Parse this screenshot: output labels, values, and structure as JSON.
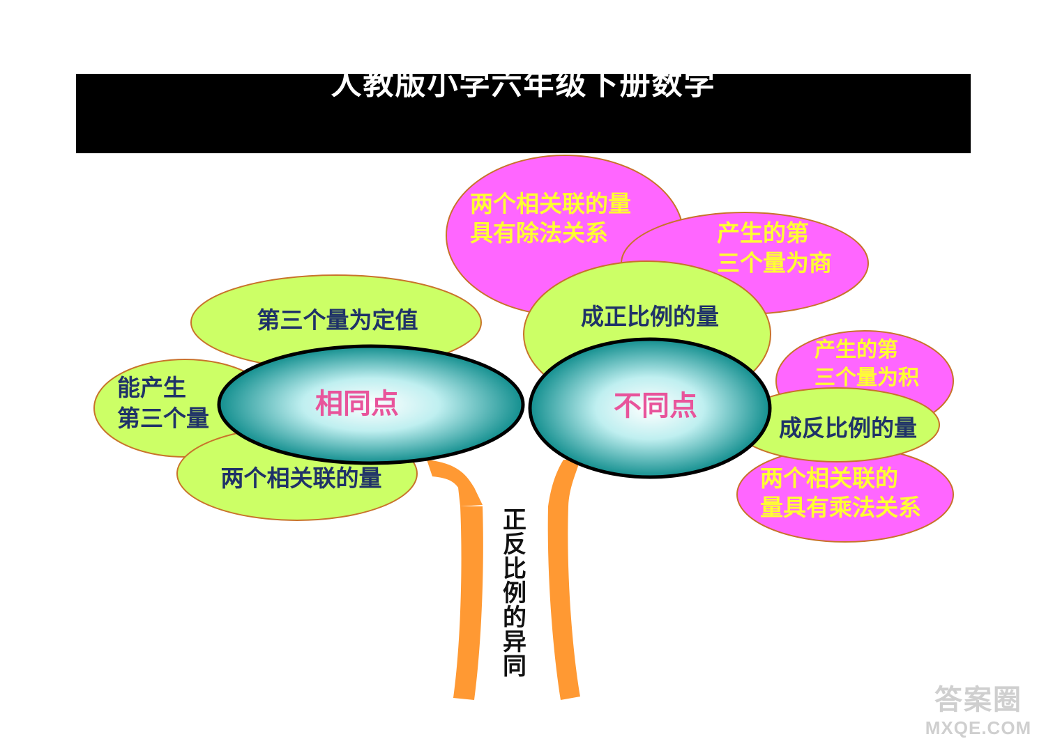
{
  "banner": {
    "title": "人教版小学六年级下册数学"
  },
  "diagram": {
    "trunk_label_chars": [
      "正",
      "反",
      "比",
      "例",
      "的",
      "异",
      "同"
    ],
    "hub_left": "相同点",
    "hub_right": "不同点",
    "left_leaves": {
      "top": "第三个量为定值",
      "middle_line1": "能产生",
      "middle_line2": "第三个量",
      "bottom": "两个相关联的量"
    },
    "right_leaves": {
      "proportional": "成正比例的量",
      "inverse": "成反比例的量",
      "division_line1": "两个相关联的量",
      "division_line2": "具有除法关系",
      "quotient_line1": "产生的第",
      "quotient_line2": "三个量为商",
      "product_line1": "产生的第",
      "product_line2": "三个量为积",
      "multiplication_line1": "两个相关联的",
      "multiplication_line2": "量具有乘法关系"
    },
    "colors": {
      "green_leaf": "#ccff66",
      "magenta_leaf": "#ff66ff",
      "leaf_border": "#c8732a",
      "hub_center": "#ffffff",
      "hub_edge": "#1b9a9a",
      "trunk": "#ff9933"
    }
  },
  "watermark": {
    "line1": "答案圈",
    "line2": "MXQE.COM"
  }
}
